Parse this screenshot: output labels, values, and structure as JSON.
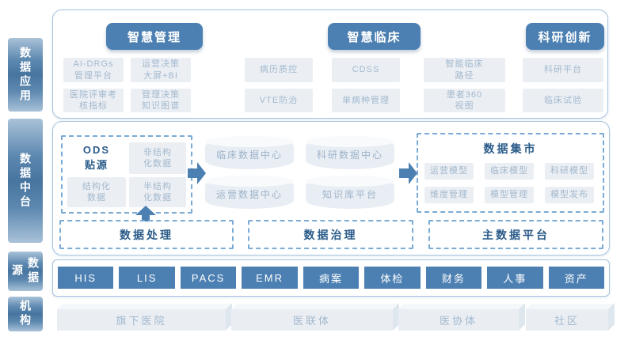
{
  "colors": {
    "accent_blue": "#4d80b2",
    "panel_border": "#a6c4df",
    "dashed_border": "#79abd6",
    "light_box_fill": "#ebeff4",
    "muted_text": "#a3b8cd",
    "dark_title_text": "#2b5c8a"
  },
  "rail": {
    "items": [
      "数据应用",
      "数据中台",
      "数据源",
      "机构"
    ]
  },
  "apps": {
    "buttons": [
      "智慧管理",
      "智慧临床",
      "科研创新"
    ],
    "items": [
      "AI-DRGs\n管理平台",
      "运营决策\n大屏+BI",
      "病历质控",
      "CDSS",
      "智能临床\n路径",
      "科研平台",
      "医院评审考\n核指标",
      "管理决策\n知识图谱",
      "VTE防治",
      "单病种管理",
      "患者360\n视图",
      "临床试验"
    ]
  },
  "platform": {
    "ods_title": "ODS\n贴源",
    "ods_items": [
      "非结构\n化数据",
      "结构化\n数据",
      "半结构\n化数据"
    ],
    "centers": [
      "临床数据中心",
      "科研数据中心",
      "运营数据中心",
      "知识库平台"
    ],
    "mart_title": "数据集市",
    "mart_items": [
      "运营模型",
      "临床模型",
      "科研模型",
      "维度管理",
      "模型管理",
      "模型发布"
    ],
    "footers": [
      "数据处理",
      "数据治理",
      "主数据平台"
    ]
  },
  "sources": [
    "HIS",
    "LIS",
    "PACS",
    "EMR",
    "病案",
    "体检",
    "财务",
    "人事",
    "资产"
  ],
  "orgs": [
    "旗下医院",
    "医联体",
    "医协体",
    "社区"
  ]
}
